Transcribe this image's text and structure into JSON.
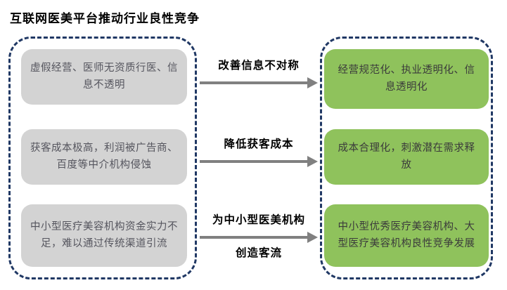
{
  "title": "互联网医美平台推动行业良性竞争",
  "colors": {
    "container_border": "#203864",
    "problem_box_bg": "#d3d3d3",
    "problem_box_text": "#55555e",
    "outcome_box_bg": "#8fc25c",
    "outcome_box_text": "#3b3b3b",
    "arrow": "#808080",
    "title_text": "#000000"
  },
  "left_panel": {
    "items": [
      {
        "text": "虚假经营、医师无资质行医、信息不透明"
      },
      {
        "text": "获客成本极高，利润被广告商、百度等中介机构侵蚀"
      },
      {
        "text": "中小型医疗美容机构资金实力不足，难以通过传统渠道引流"
      }
    ]
  },
  "right_panel": {
    "items": [
      {
        "text": "经营规范化、执业透明化、信息透明化"
      },
      {
        "text": "成本合理化，刺激潜在需求释放"
      },
      {
        "text": "中小型优秀医疗美容机构、大型医疗美容机构良性竞争发展"
      }
    ]
  },
  "arrows": [
    {
      "label": "改善信息不对称"
    },
    {
      "label": "降低获客成本"
    },
    {
      "label": "为中小型医美机构",
      "label_below": "创造客流"
    }
  ]
}
